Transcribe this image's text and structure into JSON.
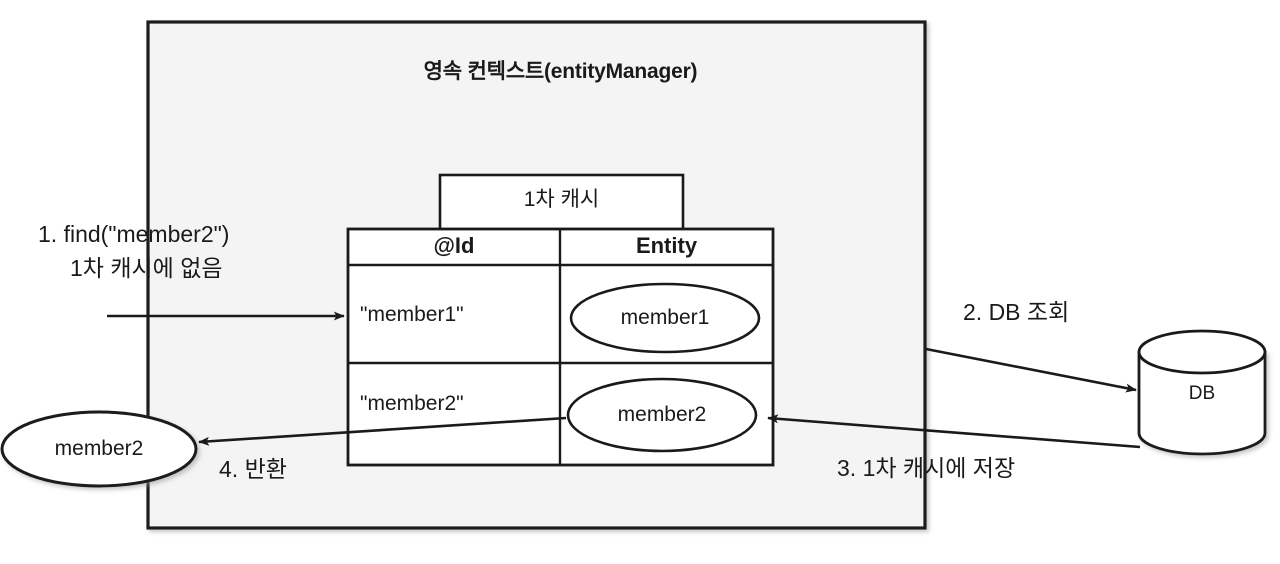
{
  "diagram": {
    "title": "영속 컨텍스트(entityManager)",
    "background_color": "#f4f4f4",
    "border_color": "#1a1a1a",
    "cache": {
      "header": "1차 캐시",
      "columns": [
        "@Id",
        "Entity"
      ],
      "rows": [
        {
          "id": "\"member1\"",
          "entity": "member1"
        },
        {
          "id": "\"member2\"",
          "entity": "member2"
        }
      ]
    },
    "steps": [
      {
        "number": "1",
        "line1": "1. find(\"member2\")",
        "line2": "1차 캐시에 없음"
      },
      {
        "number": "2",
        "label": "2. DB 조회"
      },
      {
        "number": "3",
        "label": "3. 1차 캐시에 저장"
      },
      {
        "number": "4",
        "label": "4. 반환"
      }
    ],
    "database": {
      "label": "DB"
    },
    "result": {
      "label": "member2"
    }
  }
}
